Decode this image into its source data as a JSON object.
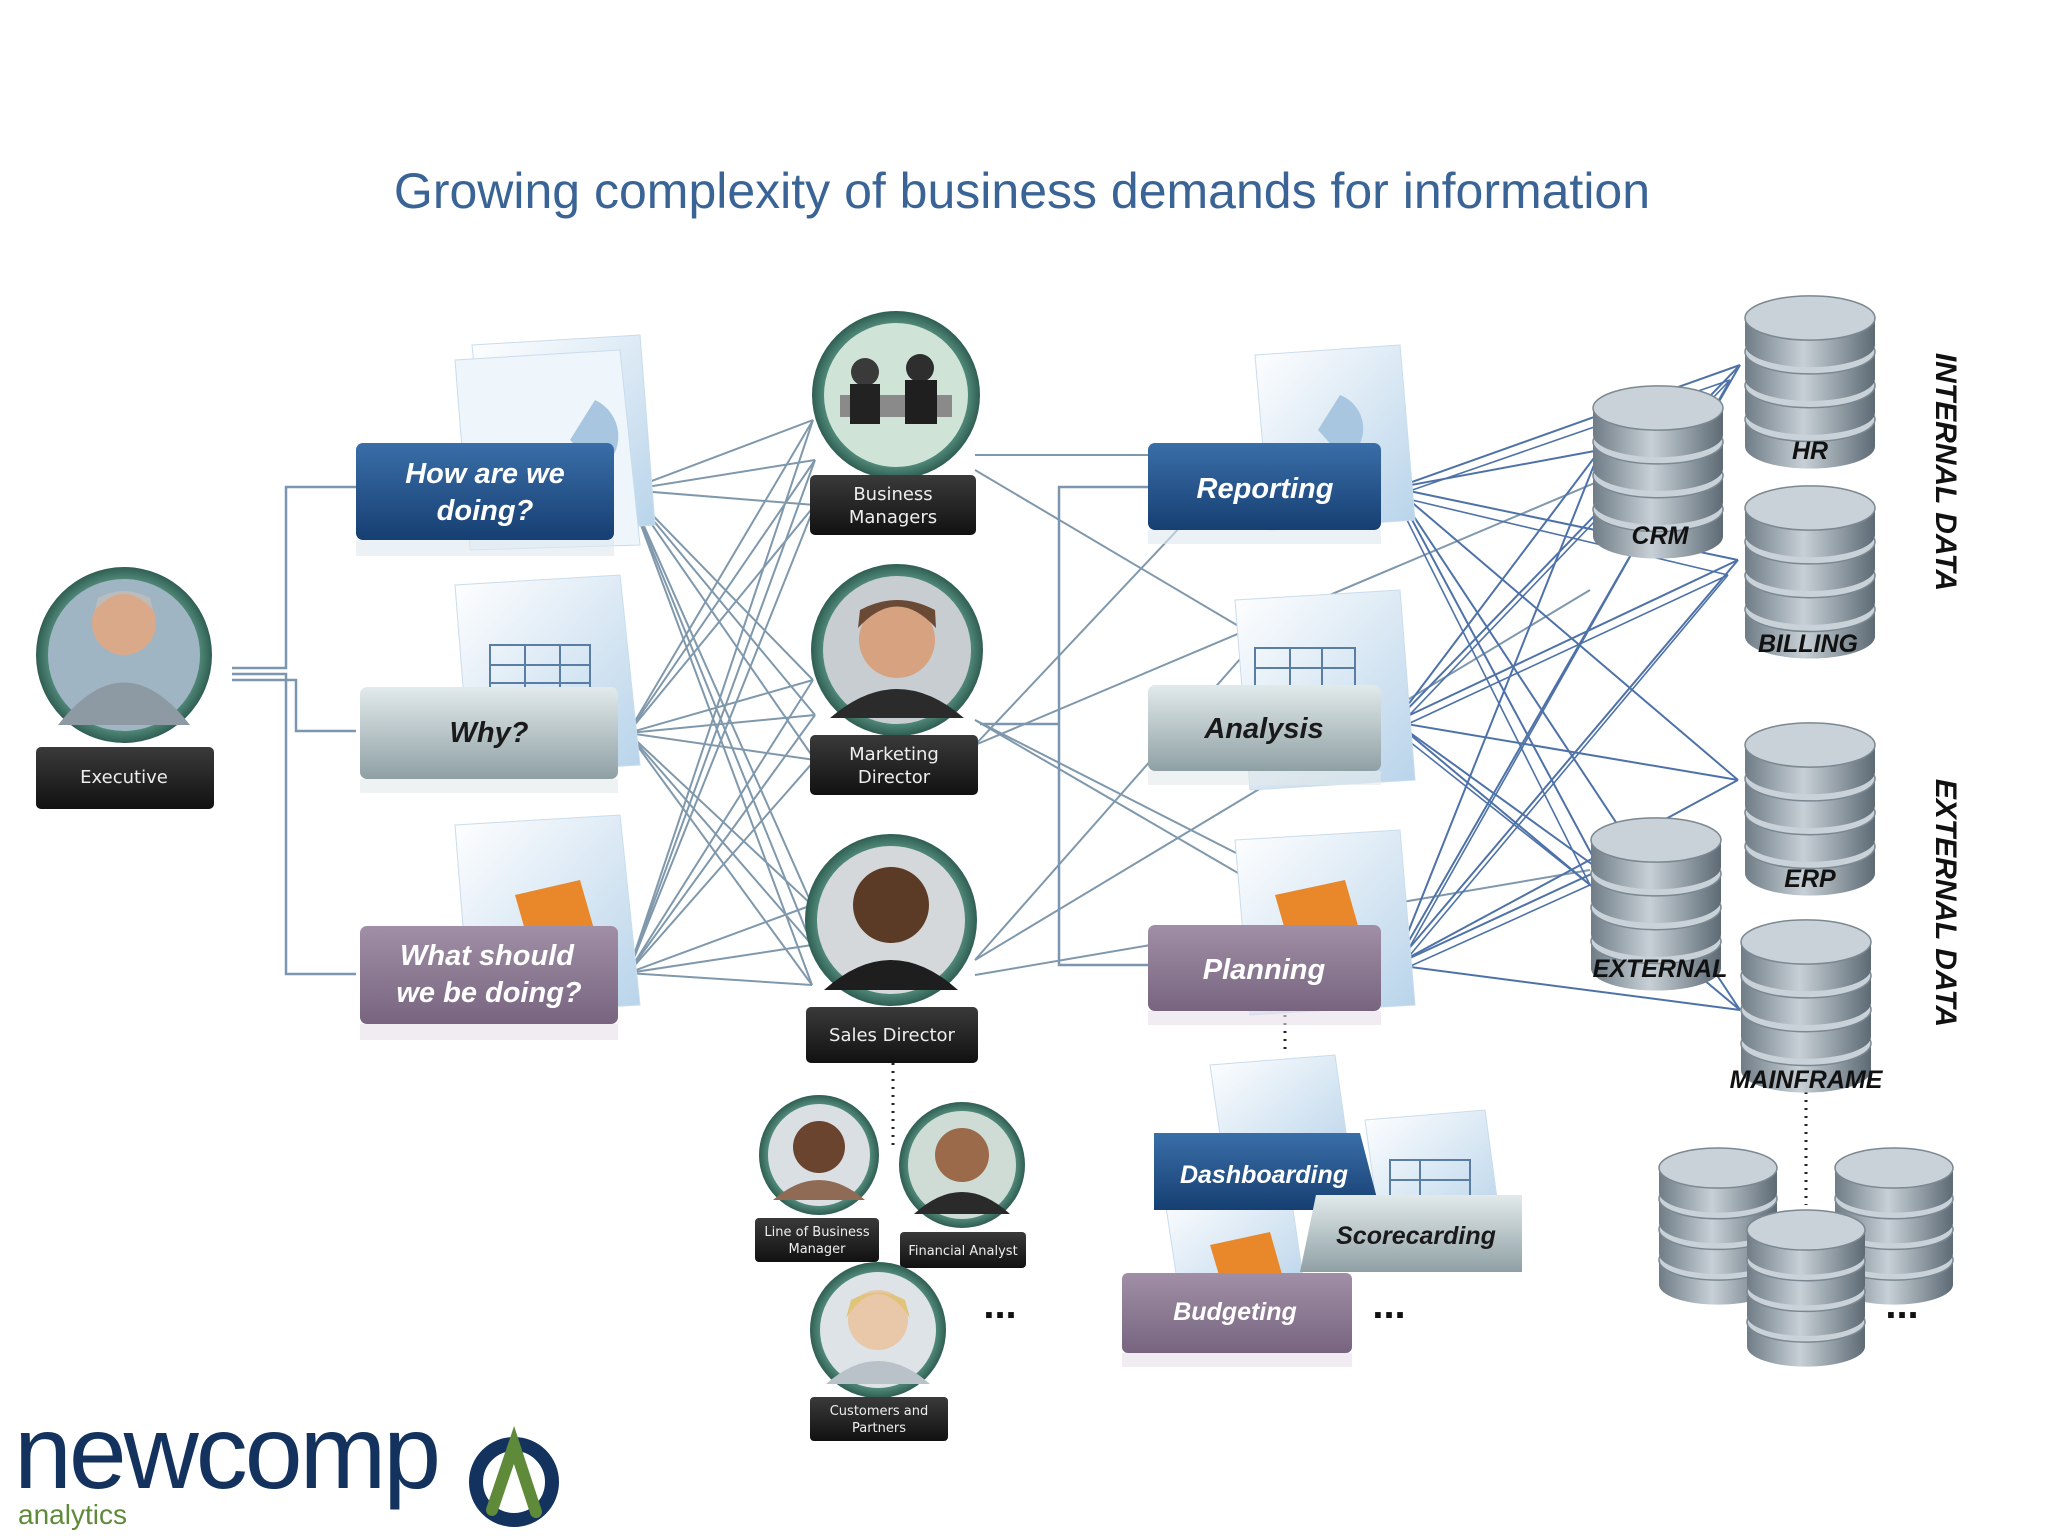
{
  "title": "Growing complexity of business demands for information",
  "questions": {
    "q1": [
      "How are we",
      "doing?"
    ],
    "q2": "Why?",
    "q3": [
      "What should",
      "we be doing?"
    ]
  },
  "people": {
    "executive": "Executive",
    "business_managers": [
      "Business",
      "Managers"
    ],
    "marketing_director": [
      "Marketing",
      "Director"
    ],
    "sales_director": "Sales Director",
    "lob_manager": [
      "Line of Business",
      "Manager"
    ],
    "financial_analyst": "Financial Analyst",
    "customers": [
      "Customers and",
      "Partners"
    ]
  },
  "functions": {
    "reporting": "Reporting",
    "analysis": "Analysis",
    "planning": "Planning",
    "dashboarding": "Dashboarding",
    "scorecarding": "Scorecarding",
    "budgeting": "Budgeting"
  },
  "databases": {
    "hr": "HR",
    "crm": "CRM",
    "billing": "BILLING",
    "erp": "ERP",
    "external": "EXTERNAL",
    "mainframe": "MAINFRAME"
  },
  "side_labels": {
    "internal": "INTERNAL DATA",
    "external": "EXTERNAL DATA"
  },
  "ellipsis": "...",
  "logo": {
    "main": "newcomp",
    "sub": "analytics"
  },
  "colors": {
    "title": "#3a6496",
    "blue_box": "#1f4f86",
    "gray_box": "#8fa1a6",
    "purple_box": "#8a7690",
    "line": "#6680a8",
    "logo_navy": "#14325e",
    "logo_green": "#5f8a3a"
  }
}
